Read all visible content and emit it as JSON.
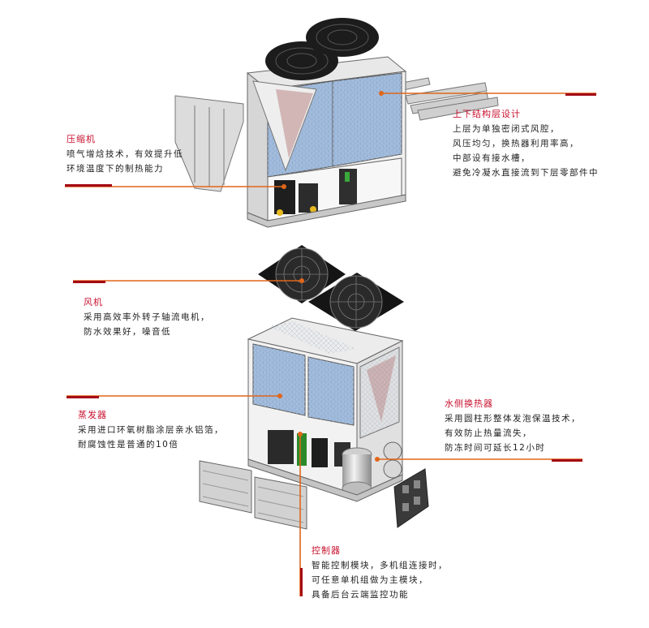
{
  "colors": {
    "title": "#c8102e",
    "leader_line": "#e0661a",
    "accent_bar": "#a50a14",
    "panel_blue": "#8fb0d8",
    "frame": "#d8d8d8",
    "fan": "#1a1a1a"
  },
  "callouts": {
    "compressor": {
      "title": "压缩机",
      "lines": [
        "喷气增焓技术，有效提升低",
        "环境温度下的制热能力"
      ]
    },
    "structure": {
      "title": "上下结构层设计",
      "lines": [
        "上层为单独密闭式风腔，",
        "风压均匀，换热器利用率高，",
        "中部设有接水槽，",
        "避免冷凝水直接流到下层零部件中"
      ]
    },
    "fan": {
      "title": "风机",
      "lines": [
        "采用高效率外转子轴流电机，",
        "防水效果好，噪音低"
      ]
    },
    "evaporator": {
      "title": "蒸发器",
      "lines": [
        "采用进口环氧树脂涂层亲水铝箔，",
        "耐腐蚀性是普通的10倍"
      ]
    },
    "water_hx": {
      "title": "水侧换热器",
      "lines": [
        "采用圆柱形整体发泡保温技术，",
        "有效防止热量流失，",
        "防冻时间可延长12小时"
      ]
    },
    "controller": {
      "title": "控制器",
      "lines": [
        "智能控制模块，多机组连接时，",
        "可任意单机组做为主模块，",
        "具备后台云端监控功能"
      ]
    }
  }
}
